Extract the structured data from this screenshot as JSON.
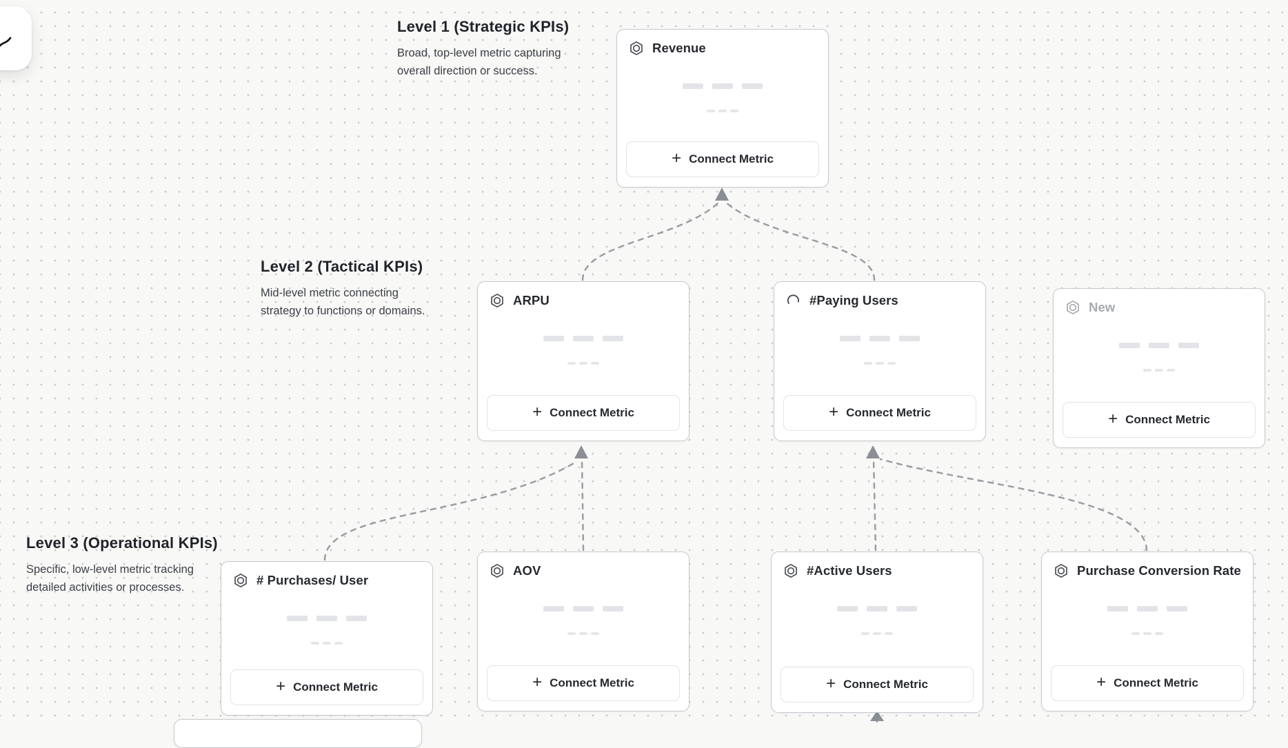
{
  "ui": {
    "connect_metric_label": "Connect Metric",
    "plus_glyph": "+"
  },
  "palette": {
    "canvas_bg": "#f8f8f7",
    "grid_dot": "#c9cacc",
    "card_bg": "#ffffff",
    "card_border": "#c7c9cc",
    "button_border": "#e2e3e6",
    "title_text": "#26292e",
    "muted_title_text": "#a7aaaf",
    "heading_text": "#202329",
    "description_text": "#3b3f45",
    "skeleton_fill": "#e3e4e7",
    "connector": "#9a9da2",
    "arrowhead": "#8b8e94"
  },
  "levels": [
    {
      "title": "Level 1 (Strategic KPIs)",
      "description": "Broad, top-level metric capturing overall direction or success.",
      "description_lines": [
        "Broad, top-level metric capturing",
        "overall direction or success."
      ]
    },
    {
      "title": "Level 2 (Tactical KPIs)",
      "description": "Mid-level metric connecting strategy to functions or domains.",
      "description_lines": [
        "Mid-level metric connecting",
        "strategy to functions or domains."
      ]
    },
    {
      "title": "Level 3 (Operational KPIs)",
      "description": "Specific, low-level metric tracking detailed activities or processes.",
      "description_lines": [
        "Specific, low-level metric tracking",
        "detailed activities or processes."
      ]
    }
  ],
  "cards": [
    {
      "id": "revenue",
      "level": 1,
      "title": "Revenue",
      "icon": "metric-hexagon-icon"
    },
    {
      "id": "arpu",
      "level": 2,
      "title": "ARPU",
      "icon": "metric-hexagon-icon"
    },
    {
      "id": "paying-users",
      "level": 2,
      "title": "#Paying Users",
      "icon": "spinner-icon"
    },
    {
      "id": "new",
      "level": 2,
      "title": "New",
      "icon": "metric-hexagon-icon",
      "muted": true
    },
    {
      "id": "purchases-per-user",
      "level": 3,
      "title": "# Purchases/ User",
      "icon": "metric-hexagon-icon"
    },
    {
      "id": "aov",
      "level": 3,
      "title": "AOV",
      "icon": "metric-hexagon-icon"
    },
    {
      "id": "active-users",
      "level": 3,
      "title": "#Active Users",
      "icon": "metric-hexagon-icon"
    },
    {
      "id": "purchase-conversion-rate",
      "level": 3,
      "title": "Purchase Conversion Rate",
      "icon": "metric-hexagon-icon"
    },
    {
      "id": "offscreen-card",
      "level": 3,
      "title": ""
    }
  ],
  "connections": [
    {
      "from": "ARPU",
      "to": "Revenue"
    },
    {
      "from": "#Paying Users",
      "to": "Revenue"
    },
    {
      "from": "# Purchases/ User",
      "to": "ARPU"
    },
    {
      "from": "AOV",
      "to": "ARPU"
    },
    {
      "from": "#Active Users",
      "to": "#Paying Users"
    },
    {
      "from": "Purchase Conversion Rate",
      "to": "#Paying Users"
    },
    {
      "from": "offscreen-card",
      "to": "#Active Users"
    }
  ],
  "floating_panel": {
    "icon": "pointer-icon"
  }
}
